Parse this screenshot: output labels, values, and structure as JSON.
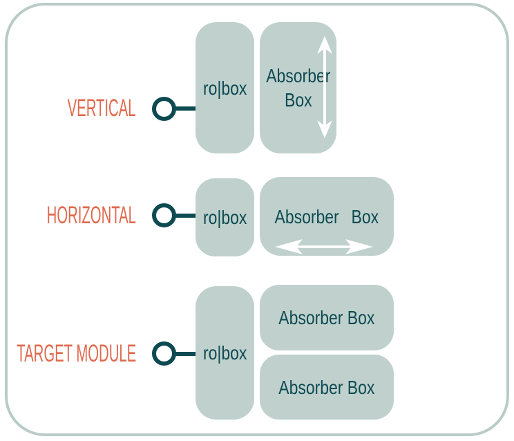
{
  "colors": {
    "background": "#ffffff",
    "frame_border": "#b9cbc7",
    "box_fill": "#c0d1cd",
    "teal_dark": "#0d4a52",
    "label_orange": "#e0694e",
    "arrow_white": "#ffffff"
  },
  "rows": [
    {
      "id": "vertical",
      "label": "VERTICAL",
      "robox_label": "ro|box",
      "absorber_boxes": [
        {
          "text": "Absorber Box",
          "arrow_icon": "vertical-double-arrow"
        }
      ]
    },
    {
      "id": "horizontal",
      "label": "HORIZONTAL",
      "robox_label": "ro|box",
      "absorber_boxes": [
        {
          "text": "Absorber Box",
          "arrow_icon": "horizontal-double-arrow"
        }
      ]
    },
    {
      "id": "target-module",
      "label": "TARGET MODULE",
      "robox_label": "ro|box",
      "absorber_boxes": [
        {
          "text": "Absorber Box"
        },
        {
          "text": "Absorber Box"
        }
      ]
    }
  ]
}
